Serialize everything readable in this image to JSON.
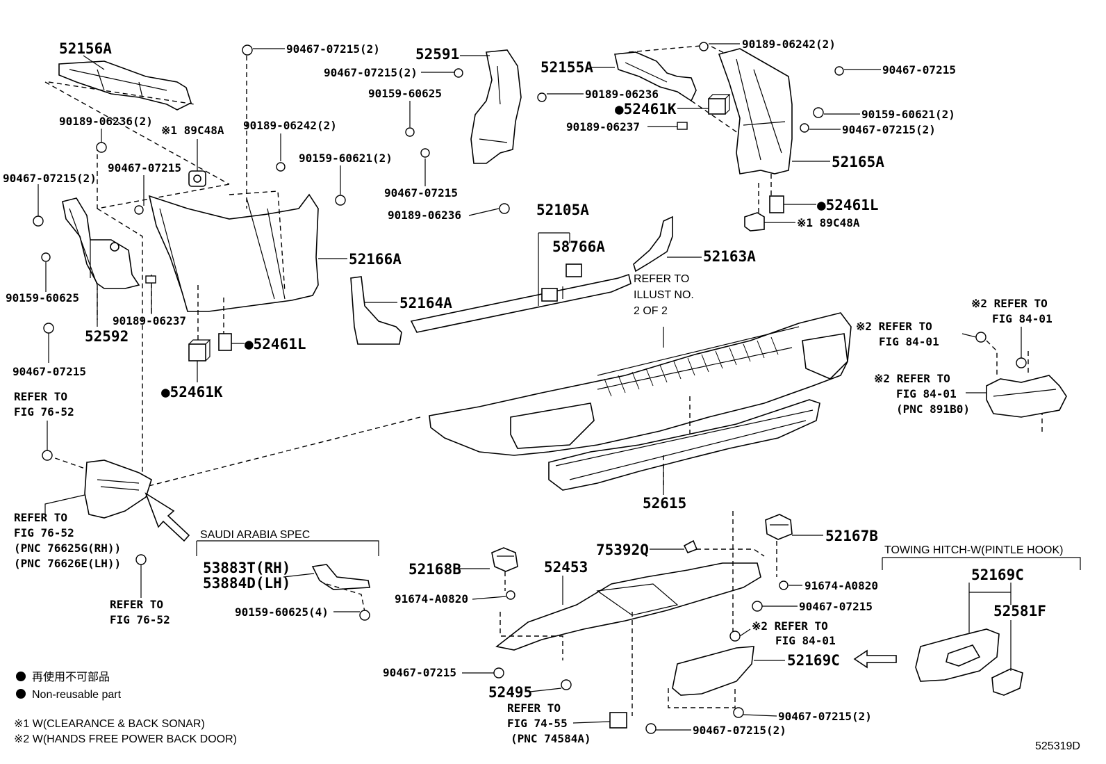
{
  "diagram_id": "525319D",
  "labels": {
    "p52156A": "52156A",
    "p90467_07215_2_top": "90467-07215(2)",
    "p52591": "52591",
    "p90467_07215_2_b": "90467-07215(2)",
    "p90159_60625_a": "90159-60625",
    "p52155A": "52155A",
    "p90189_06242_2_tr": "90189-06242(2)",
    "p90467_07215_r1": "90467-07215",
    "p90189_06236_c": "90189-06236",
    "p52461K_c": "●52461K",
    "p90159_60621_2_r": "90159-60621(2)",
    "p90189_06237_c": "90189-06237",
    "p90467_07215_2_r": "90467-07215(2)",
    "p52165A": "52165A",
    "p52461L_r": "●52461L",
    "p89C48A_r": "※1 89C48A",
    "p90189_06236_2_l": "90189-06236(2)",
    "p89C48A_l": "※1 89C48A",
    "p90189_06242_2_l": "90189-06242(2)",
    "p90467_07215_2_l": "90467-07215(2)",
    "p90467_07215_l2": "90467-07215",
    "p90159_60621_2_l": "90159-60621(2)",
    "p90467_07215_c": "90467-07215",
    "p90189_06236_c2": "90189-06236",
    "p52105A": "52105A",
    "p58766A": "58766A",
    "p52163A": "52163A",
    "p52166A": "52166A",
    "p90159_60625_l": "90159-60625",
    "p52592": "52592",
    "p90189_06237_l": "90189-06237",
    "p52461L_l": "●52461L",
    "p52164A": "52164A",
    "p90467_07215_l3": "90467-07215",
    "p52461K_l": "●52461K",
    "p52615": "52615",
    "p52167B": "52167B",
    "p75392Q": "75392Q",
    "p52168B": "52168B",
    "p52453": "52453",
    "p91674_A0820_l": "91674-A0820",
    "p91674_A0820_r": "91674-A0820",
    "p90467_07215_bm": "90467-07215",
    "p90467_07215_bl": "90467-07215",
    "p52495": "52495",
    "p52169C_c": "52169C",
    "p52169C_r": "52169C",
    "p52581F": "52581F",
    "p90467_07215_2_bb": "90467-07215(2)",
    "p90467_07215_2_bc": "90467-07215(2)",
    "p53883T": "53883T(RH)",
    "p53884D": "53884D(LH)",
    "p90159_60625_4": "90159-60625(4)"
  },
  "refs": {
    "illust_1": "REFER TO",
    "illust_2": "ILLUST NO.",
    "illust_3": "2 OF 2",
    "r8401_a1": "※2 REFER TO",
    "r8401_a2": "FIG 84-01",
    "r8401_b1": "※2 REFER TO",
    "r8401_b2": "FIG 84-01",
    "r8401_c1": "※2 REFER TO",
    "r8401_c2": "FIG 84-01",
    "r8401_c3": "(PNC 891B0)",
    "r8401_d1": "※2 REFER TO",
    "r8401_d2": "FIG 84-01",
    "r7652_a1": "REFER TO",
    "r7652_a2": "FIG 76-52",
    "r7652_b1": "REFER TO",
    "r7652_b2": "FIG 76-52",
    "r7652_b3": "(PNC 76625G(RH))",
    "r7652_b4": "(PNC 76626E(LH))",
    "r7652_c1": "REFER TO",
    "r7652_c2": "FIG 76-52",
    "r7455_1": "REFER TO",
    "r7455_2": "FIG 74-55",
    "r7455_3": "(PNC 74584A)",
    "saudi": "SAUDI ARABIA SPEC",
    "towing": "TOWING HITCH-W(PINTLE HOOK)"
  },
  "legend": {
    "jp": "再使用不可部品",
    "en": "Non-reusable part",
    "note1": "※1 W(CLEARANCE & BACK SONAR)",
    "note2": "※2 W(HANDS FREE POWER BACK DOOR)"
  }
}
